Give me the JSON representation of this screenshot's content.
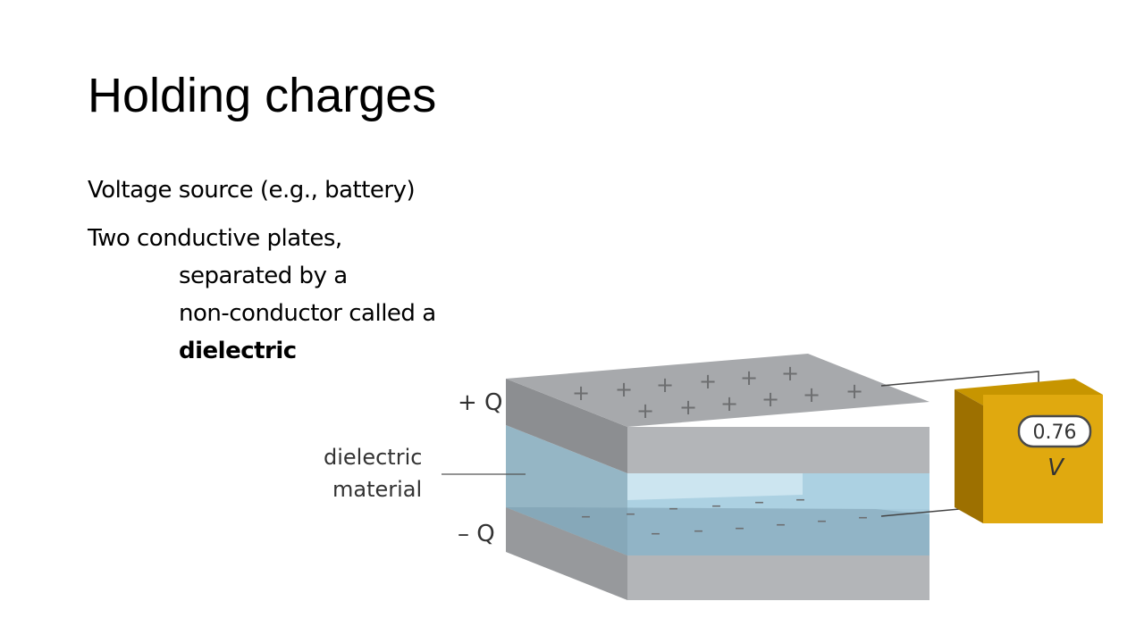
{
  "slide": {
    "title": "Holding charges",
    "bullets": [
      "Voltage source (e.g., battery)",
      "Two conductive plates,"
    ],
    "sub_lines": [
      "separated by a",
      "non-conductor called a",
      "dielectric"
    ]
  },
  "diagram": {
    "top_charge_label": "+ Q",
    "bottom_charge_label": "– Q",
    "dielectric_label_line1": "dielectric",
    "dielectric_label_line2": "material",
    "positive_sign": "+",
    "negative_sign": "–",
    "meter_reading": "0.76",
    "meter_unit": "V",
    "colors": {
      "plate_top": "#a7a9ac",
      "plate_front": "#b3b5b8",
      "dielectric": "#a8cfe0",
      "meter_body": "#e0a90f",
      "meter_side": "#a87a00"
    }
  }
}
